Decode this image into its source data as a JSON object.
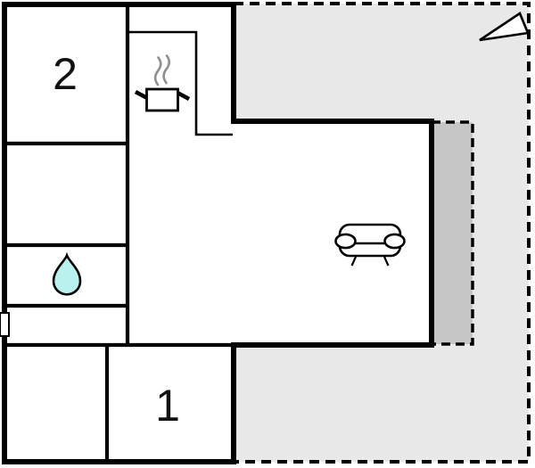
{
  "floorplan": {
    "type": "holiday-home floor plan",
    "rooms": [
      {
        "id": "bedroom-2",
        "label": "2"
      },
      {
        "id": "bedroom-1",
        "label": "1"
      }
    ],
    "icons": [
      {
        "name": "cooking-pot-icon",
        "meaning": "kitchen"
      },
      {
        "name": "water-drop-icon",
        "meaning": "bathroom"
      },
      {
        "name": "sofa-icon",
        "meaning": "living room"
      },
      {
        "name": "north-arrow-icon",
        "meaning": "orientation arrow"
      }
    ],
    "colors": {
      "wall": "#000000",
      "room_fill": "#ffffff",
      "terrace_fill": "#e8e8e8",
      "terrace_highlight_fill": "#c6c6c6",
      "water_drop_fill": "#b9f1ef",
      "steam": "#8f8f8f"
    }
  }
}
